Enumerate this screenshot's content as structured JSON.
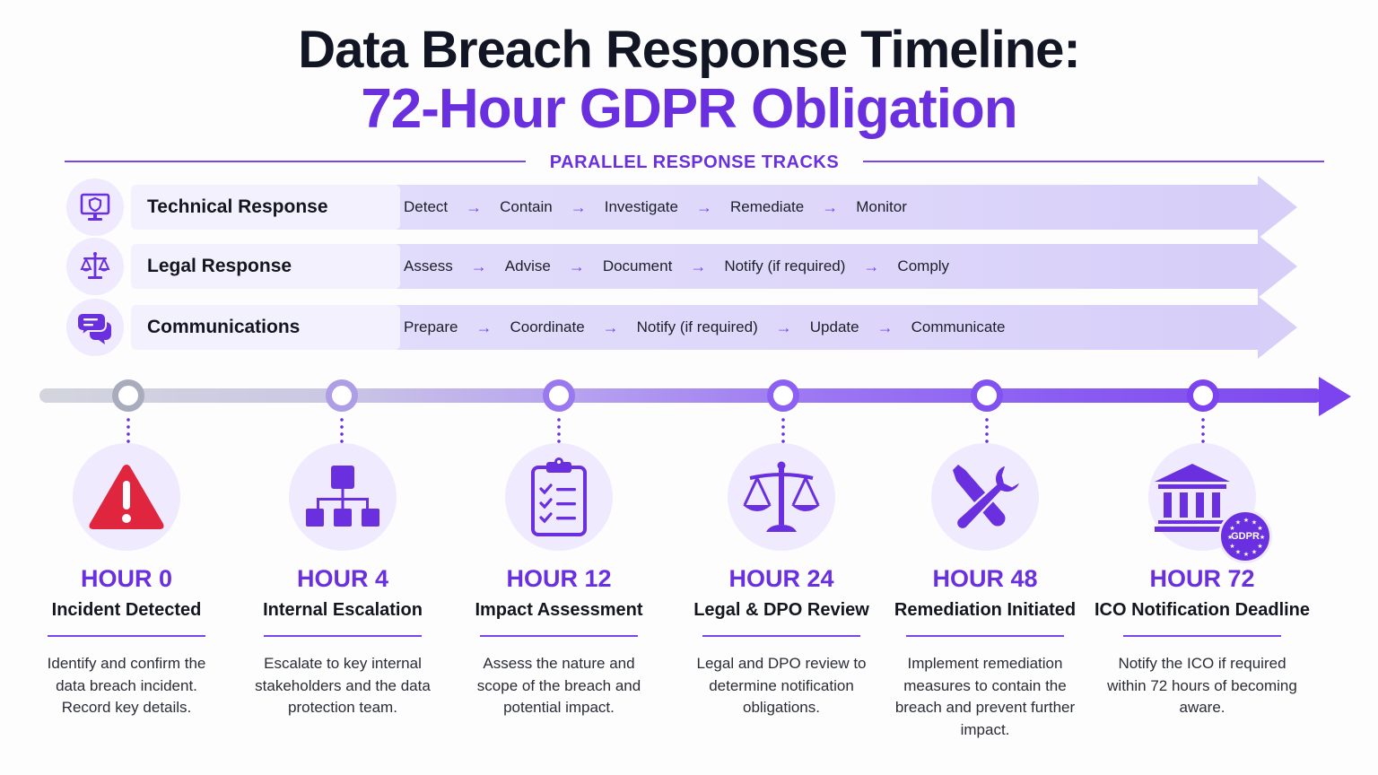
{
  "header": {
    "title_line1": "Data Breach Response Timeline:",
    "title_line2": "72-Hour GDPR Obligation"
  },
  "colors": {
    "accent": "#6a30e0",
    "track_band": "#ddd6fa",
    "alert_red": "#e0253f",
    "timeline_start": "#d3d5de",
    "timeline_end": "#7e48ee"
  },
  "parallel_tracks": {
    "section_label": "PARALLEL RESPONSE TRACKS",
    "tracks": [
      {
        "icon": "monitor-shield-icon",
        "name": "Technical Response",
        "steps": [
          "Detect",
          "Contain",
          "Investigate",
          "Remediate",
          "Monitor"
        ]
      },
      {
        "icon": "scales-icon",
        "name": "Legal Response",
        "steps": [
          "Assess",
          "Advise",
          "Document",
          "Notify (if required)",
          "Comply"
        ]
      },
      {
        "icon": "chat-bubbles-icon",
        "name": "Communications",
        "steps": [
          "Prepare",
          "Coordinate",
          "Notify (if required)",
          "Update",
          "Communicate"
        ]
      }
    ],
    "arrow_glyph": "→"
  },
  "timeline": {
    "milestones": [
      {
        "icon": "warning-triangle-icon",
        "hour": "HOUR 0",
        "title": "Incident Detected",
        "description": "Identify and confirm the data breach incident. Record key details."
      },
      {
        "icon": "org-chart-icon",
        "hour": "HOUR 4",
        "title": "Internal Escalation",
        "description": "Escalate to key internal stakeholders and the data protection team."
      },
      {
        "icon": "clipboard-checklist-icon",
        "hour": "HOUR 12",
        "title": "Impact Assessment",
        "description": "Assess the nature and scope of the breach and potential impact."
      },
      {
        "icon": "scales-icon",
        "hour": "HOUR 24",
        "title": "Legal & DPO Review",
        "description": "Legal and DPO review to determine notification obligations."
      },
      {
        "icon": "wrench-screwdriver-icon",
        "hour": "HOUR 48",
        "title": "Remediation Initiated",
        "description": "Implement remediation measures to contain the breach and prevent further impact."
      },
      {
        "icon": "government-building-gdpr-icon",
        "hour": "HOUR 72",
        "title": "ICO Notification Deadline",
        "description": "Notify the ICO if required within 72 hours of becoming aware.",
        "badge": "GDPR"
      }
    ]
  }
}
